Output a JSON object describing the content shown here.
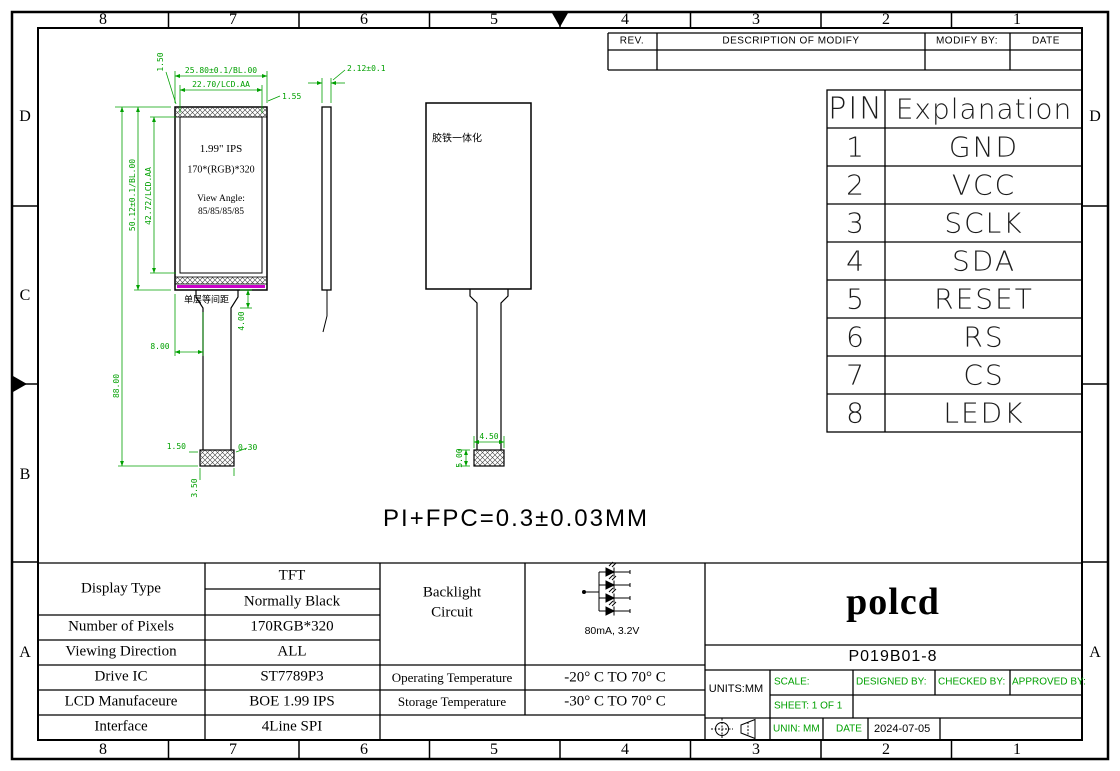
{
  "colors": {
    "dimension_green": "#00a000",
    "polarizer_magenta": "#cc00cc"
  },
  "grid_labels": {
    "top": [
      "8",
      "7",
      "6",
      "5",
      "4",
      "3",
      "2",
      "1"
    ],
    "bottom": [
      "8",
      "7",
      "6",
      "5",
      "4",
      "3",
      "2",
      "1"
    ],
    "left": [
      "D",
      "C",
      "B",
      "A"
    ],
    "right": [
      "D",
      "A"
    ]
  },
  "revision_table": {
    "rev": "REV.",
    "description": "DESCRIPTION OF MODIFY",
    "modify_by": "MODIFY BY:",
    "date": "DATE"
  },
  "pin_table": {
    "header_pin": "PIN",
    "header_explanation": "Explanation",
    "rows": [
      {
        "pin": "1",
        "signal": "GND"
      },
      {
        "pin": "2",
        "signal": "VCC"
      },
      {
        "pin": "3",
        "signal": "SCLK"
      },
      {
        "pin": "4",
        "signal": "SDA"
      },
      {
        "pin": "5",
        "signal": "RESET"
      },
      {
        "pin": "6",
        "signal": "RS"
      },
      {
        "pin": "7",
        "signal": "CS"
      },
      {
        "pin": "8",
        "signal": "LEDK"
      }
    ]
  },
  "front_view": {
    "screen_line1": "1.99\" IPS",
    "screen_line2": "170*(RGB)*320",
    "screen_line3": "View Angle:",
    "screen_line4": "85/85/85/85",
    "note": "单层等间距",
    "dim_top_outer": "25.80±0.1/BL.00",
    "dim_top_inner": "22.70/LCD.AA",
    "dim_border_right": "1.55",
    "dim_border_top": "1.50",
    "dim_left_outer": "50.12±0.1/BL.00",
    "dim_left_inner": "42.72/LCD.AA",
    "dim_total_height": "88.00",
    "dim_fpc_offset": "8.00",
    "dim_fpc_stub": "4.00",
    "dim_conn_a": "1.50",
    "dim_conn_b": "0.30",
    "dim_conn_c": "3.50"
  },
  "side_view": {
    "dim_thickness": "2.12±0.1"
  },
  "back_view": {
    "label": "胶铁一体化",
    "dim_conn_width": "4.50",
    "dim_conn_height": "5.00"
  },
  "fpc_note": "PI+FPC=0.3±0.03MM",
  "spec_table": {
    "display_type_label": "Display Type",
    "display_type_value1": "TFT",
    "display_type_value2": "Normally Black",
    "rows": [
      {
        "label": "Number of Pixels",
        "value": "170RGB*320"
      },
      {
        "label": "Viewing Direction",
        "value": "ALL"
      },
      {
        "label": "Drive IC",
        "value": "ST7789P3"
      },
      {
        "label": "LCD Manufaceure",
        "value": "BOE 1.99 IPS"
      },
      {
        "label": "Interface",
        "value": "4Line SPI"
      }
    ]
  },
  "backlight": {
    "title_line1": "Backlight",
    "title_line2": "Circuit",
    "rating": "80mA, 3.2V"
  },
  "temperature": {
    "operating_label": "Operating Temperature",
    "operating_value": "-20° C TO 70° C",
    "storage_label": "Storage Temperature",
    "storage_value": "-30° C TO 70° C"
  },
  "title_block": {
    "logo": "polcd",
    "part_number": "P019B01-8",
    "units": "UNITS:MM",
    "scale_label": "SCALE:",
    "designed_by_label": "DESIGNED BY:",
    "checked_by_label": "CHECKED BY:",
    "approved_by_label": "APPROVED BY:",
    "sheet": "SHEET: 1 OF 1",
    "unit_label": "UNIN: MM",
    "date_label": "DATE",
    "date_value": "2024-07-05"
  }
}
